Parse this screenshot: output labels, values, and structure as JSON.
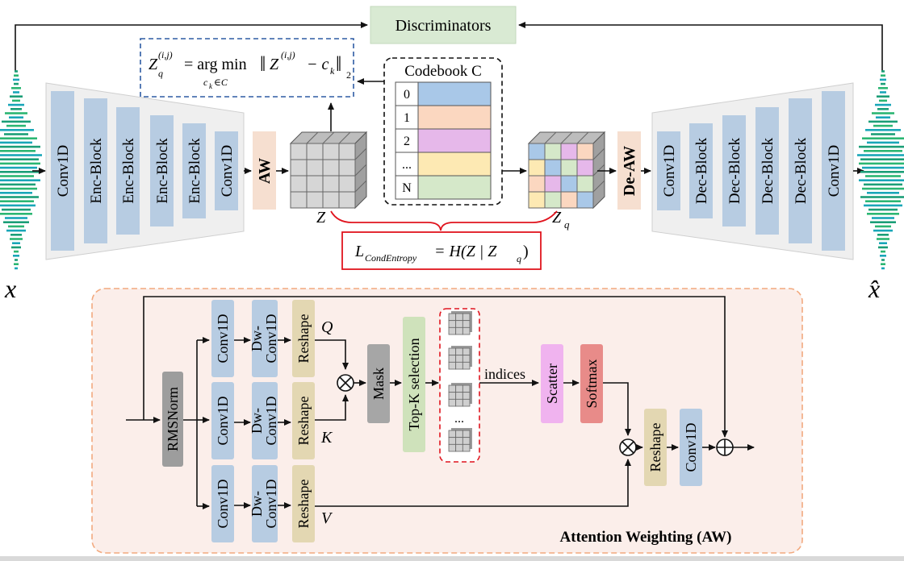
{
  "discriminators": "Discriminators",
  "input_label": "x",
  "output_label": "x̂",
  "encoder": {
    "blocks": [
      "Conv1D",
      "Enc-Block",
      "Enc-Block",
      "Enc-Block",
      "Enc-Block",
      "Conv1D"
    ],
    "aw": "AW"
  },
  "decoder": {
    "deaw": "De-AW",
    "blocks": [
      "Conv1D",
      "Dec-Block",
      "Dec-Block",
      "Dec-Block",
      "Dec-Block",
      "Conv1D"
    ]
  },
  "equation": {
    "lhs": "Z",
    "lhs_sub": "q",
    "lhs_sup": "(i,j)",
    "mid": "= arg min",
    "under": "c",
    "under_sub": "k",
    "under_rest": "∈C",
    "norm_open": "‖",
    "norm_body": "Z",
    "norm_sup": "(i,j)",
    "norm_minus": "− c",
    "norm_minus_sub": "k",
    "norm_close": "‖",
    "norm_sub": "2"
  },
  "codebook": {
    "title": "Codebook C",
    "rows": [
      {
        "index": "0",
        "color": "#a9c8e8"
      },
      {
        "index": "1",
        "color": "#fbd7c0"
      },
      {
        "index": "2",
        "color": "#e6b8ea"
      },
      {
        "index": "...",
        "color": "#fde9b3"
      },
      {
        "index": "N",
        "color": "#d5e8c9"
      }
    ]
  },
  "z_label": "Z",
  "zq_label": "Z",
  "zq_sub": "q",
  "loss": {
    "L": "L",
    "sub": "CondEntropy",
    "eq": "= H(Z | Z",
    "eq_sub": "q",
    "close": ")"
  },
  "aw_module": {
    "title": "Attention Weighting (AW)",
    "rmsnorm": "RMSNorm",
    "conv1d": "Conv1D",
    "dw_conv1d_line1": "Dw-",
    "dw_conv1d_line2": "Conv1D",
    "reshape": "Reshape",
    "q": "Q",
    "k": "K",
    "v": "V",
    "mask": "Mask",
    "topk": "Top-K selection",
    "ellipsis": "...",
    "indices": "indices",
    "scatter": "Scatter",
    "softmax": "Softmax",
    "reshape_out": "Reshape",
    "conv1d_out": "Conv1D"
  },
  "colors": {
    "block_blue": "#b7cce2",
    "aw_peach": "#f6dfd0",
    "disc_green": "#d9ead3",
    "rmsnorm_gray": "#9d9d9d",
    "reshape_tan": "#e3d7b2",
    "mask_gray": "#a6a6a6",
    "topk_green": "#cfe2bb",
    "scatter_pink": "#f0b3ef",
    "softmax_red": "#e88b89",
    "aw_box_fill": "#fbeeea",
    "aw_box_border": "#f2a97e",
    "red": "#e0141e",
    "navy": "#2e5ca3"
  }
}
